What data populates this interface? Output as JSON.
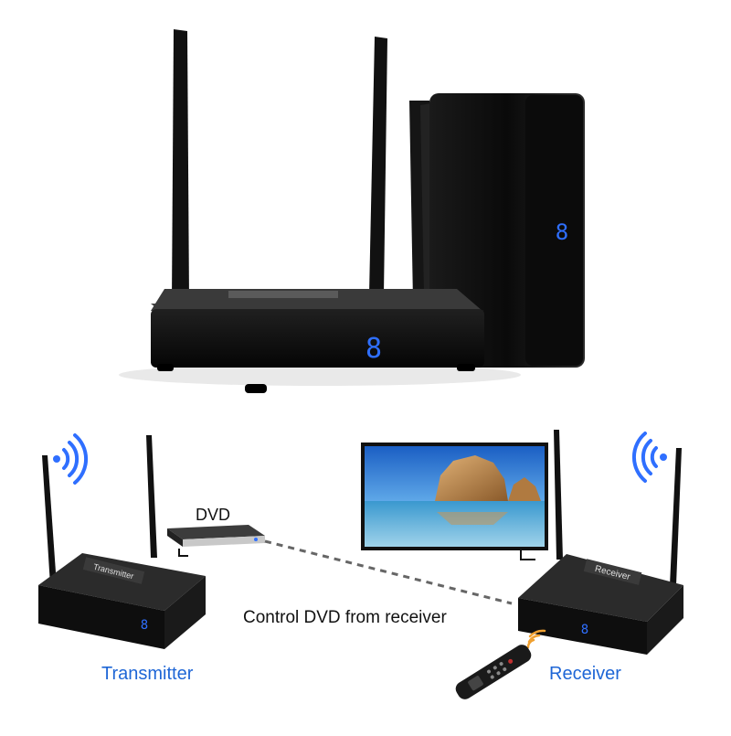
{
  "labels": {
    "dvd": "DVD",
    "control": "Control DVD from receiver",
    "transmitter": "Transmitter",
    "receiver": "Receiver"
  },
  "devices": {
    "transmitter_plate": "Transmitter",
    "receiver_plate": "Receiver",
    "led_digit": "8"
  },
  "icons": {
    "wifi_left": "wifi-signal-icon",
    "wifi_right": "wifi-signal-icon",
    "remote_signal": "signal-waves-icon",
    "remote": "remote-control-icon"
  },
  "colors": {
    "device": "#111111",
    "led": "#2f6fff",
    "label_blue": "#1e66d6",
    "wifi_blue": "#2f6fff",
    "remote_signal": "#f0a030"
  }
}
